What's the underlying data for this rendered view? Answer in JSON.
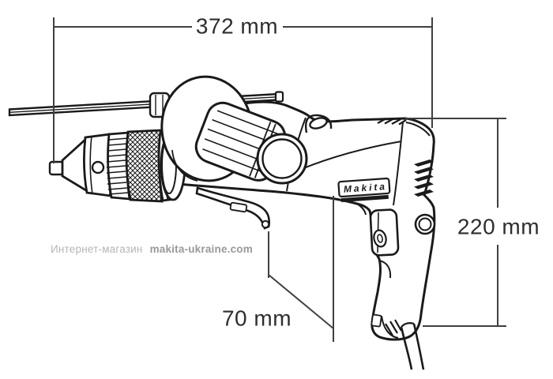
{
  "drawing": {
    "brand_label": "Makita",
    "dimensions": {
      "width_label": "372 mm",
      "height_label": "220 mm",
      "offset_label": "70 mm"
    },
    "watermark": {
      "prefix": "Интернет-магазин",
      "site": "makita-ukraine.com"
    },
    "colors": {
      "outline": "#1a1a1a",
      "dimension_line": "#3f3f3f",
      "dimension_text": "#2e2e2e",
      "watermark_prefix": "#b5b5b5",
      "watermark_site": "#999999",
      "background": "#ffffff"
    }
  }
}
